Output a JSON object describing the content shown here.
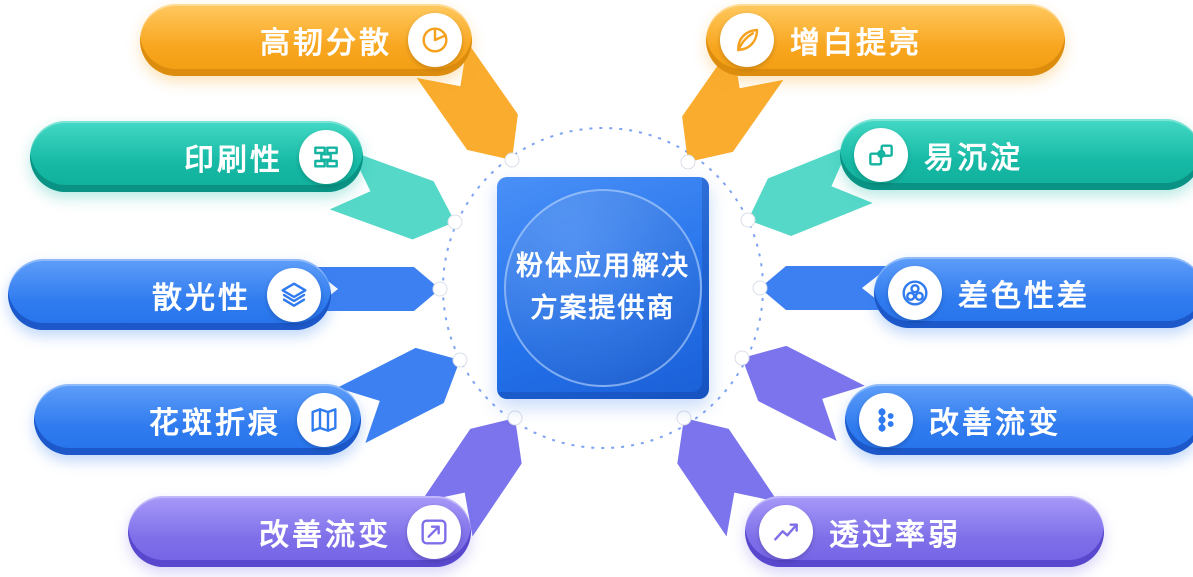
{
  "center": {
    "line1": "粉体应用解决",
    "line2": "方案提供商"
  },
  "left_items": [
    {
      "label": "高韧分散",
      "icon": "pie-chart-icon",
      "theme": "orange"
    },
    {
      "label": "印刷性",
      "icon": "print-blocks-icon",
      "theme": "teal"
    },
    {
      "label": "散光性",
      "icon": "layers-icon",
      "theme": "blue"
    },
    {
      "label": "花斑折痕",
      "icon": "map-icon",
      "theme": "blue"
    },
    {
      "label": "改善流变",
      "icon": "trend-arrow-icon",
      "theme": "purple"
    }
  ],
  "right_items": [
    {
      "label": "增白提亮",
      "icon": "leaf-icon",
      "theme": "orange"
    },
    {
      "label": "易沉淀",
      "icon": "puzzle-icon",
      "theme": "teal"
    },
    {
      "label": "差色性差",
      "icon": "color-circles-icon",
      "theme": "blue"
    },
    {
      "label": "改善流变",
      "icon": "timeline-dots-icon",
      "theme": "blue"
    },
    {
      "label": "透过率弱",
      "icon": "line-chart-icon",
      "theme": "purple"
    }
  ],
  "palette": {
    "orange": "#F7A521",
    "teal": "#17B8A6",
    "blue": "#2F7BEF",
    "purple": "#7E6FEA",
    "center_blue": "#2371EA",
    "arrow_orange": "#F9AC2E",
    "arrow_teal": "#55D8C8",
    "arrow_blue": "#3D80F2",
    "arrow_purple": "#7B74EC",
    "dashed_ring": "#7DA3F3"
  }
}
